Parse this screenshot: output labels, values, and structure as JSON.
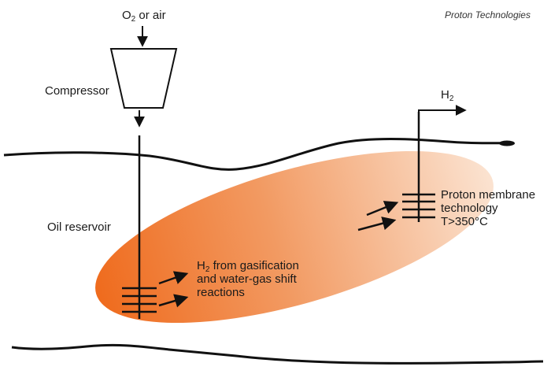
{
  "credit": "Proton Technologies",
  "input": {
    "prefix": "O",
    "sub": "2",
    "suffix": " or air"
  },
  "compressor_label": "Compressor",
  "reservoir_label": "Oil reservoir",
  "output": {
    "prefix": "H",
    "sub": "2"
  },
  "gasification": {
    "prefix": "H",
    "sub": "2",
    "line1_rest": " from gasification",
    "line2": "and water-gas shift",
    "line3": "reactions"
  },
  "membrane": {
    "line1": "Proton membrane",
    "line2": "technology",
    "line3": "T>350°C"
  },
  "colors": {
    "plume_core": "#ef6b1d",
    "plume_edge": "#fbe3d1",
    "lines": "#111111"
  }
}
